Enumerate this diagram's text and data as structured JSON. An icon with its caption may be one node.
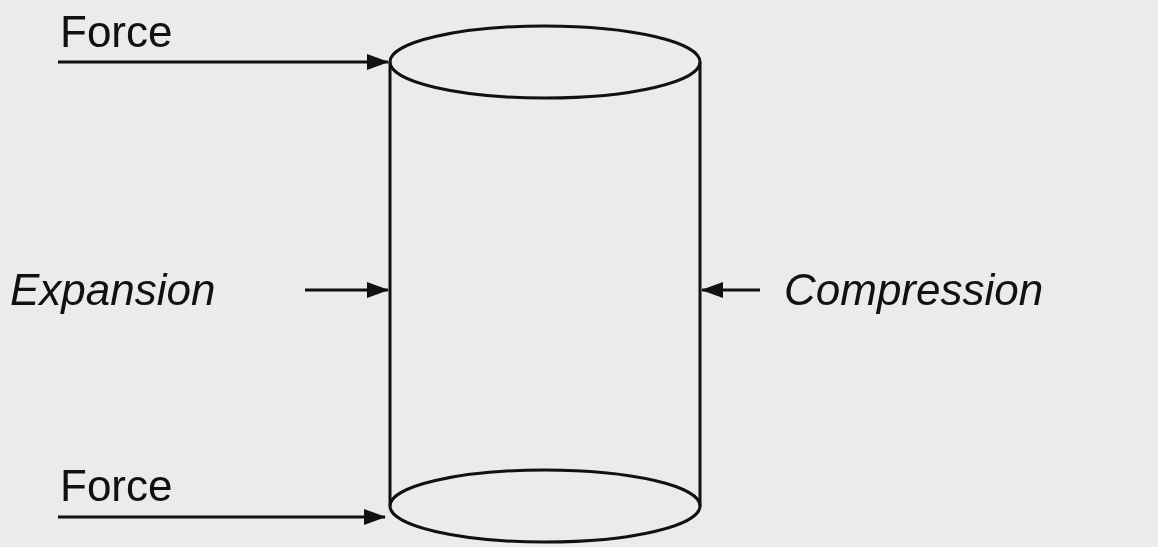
{
  "diagram": {
    "labels": [
      "Force",
      "Expansion",
      "Compression",
      "Force"
    ]
  }
}
